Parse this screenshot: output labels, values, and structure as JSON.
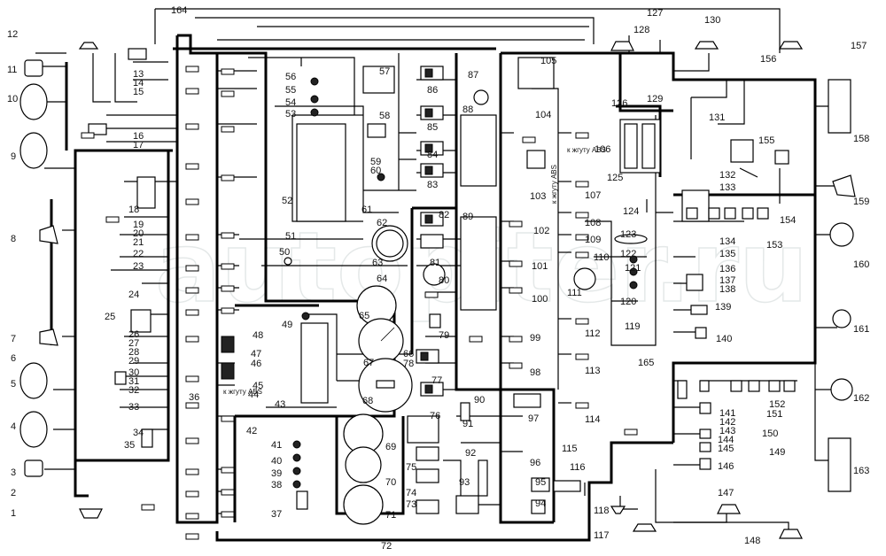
{
  "labels": [
    "1",
    "2",
    "3",
    "4",
    "5",
    "6",
    "7",
    "8",
    "9",
    "10",
    "11",
    "12",
    "13",
    "14",
    "15",
    "16",
    "17",
    "18",
    "19",
    "20",
    "21",
    "22",
    "23",
    "24",
    "25",
    "26",
    "27",
    "28",
    "29",
    "30",
    "31",
    "32",
    "33",
    "34",
    "35",
    "36",
    "37",
    "38",
    "39",
    "40",
    "41",
    "42",
    "43",
    "44",
    "45",
    "46",
    "47",
    "48",
    "49",
    "50",
    "51",
    "52",
    "53",
    "54",
    "55",
    "56",
    "57",
    "58",
    "59",
    "60",
    "61",
    "62",
    "63",
    "64",
    "65",
    "66",
    "67",
    "68",
    "69",
    "70",
    "71",
    "72",
    "73",
    "74",
    "75",
    "76",
    "77",
    "78",
    "79",
    "80",
    "81",
    "82",
    "83",
    "84",
    "85",
    "86",
    "87",
    "88",
    "89",
    "90",
    "91",
    "92",
    "93",
    "94",
    "95",
    "96",
    "97",
    "98",
    "99",
    "100",
    "101",
    "102",
    "103",
    "104",
    "105",
    "106",
    "107",
    "108",
    "109",
    "110",
    "111",
    "112",
    "113",
    "114",
    "115",
    "116",
    "117",
    "118",
    "119",
    "120",
    "121",
    "122",
    "123",
    "124",
    "125",
    "126",
    "127",
    "128",
    "129",
    "130",
    "131",
    "132",
    "133",
    "134",
    "135",
    "136",
    "137",
    "138",
    "139",
    "140",
    "141",
    "142",
    "143",
    "144",
    "145",
    "146",
    "147",
    "148",
    "149",
    "150",
    "151",
    "152",
    "153",
    "154",
    "155",
    "156",
    "157",
    "158",
    "159",
    "160",
    "161",
    "162",
    "163",
    "164",
    "165"
  ],
  "annotations": {
    "abs_1": "к жгуту ABS",
    "abs_2": "к жгуту ABS",
    "abs_3": "к жгуту ABS"
  },
  "watermark": "autopiter.ru"
}
